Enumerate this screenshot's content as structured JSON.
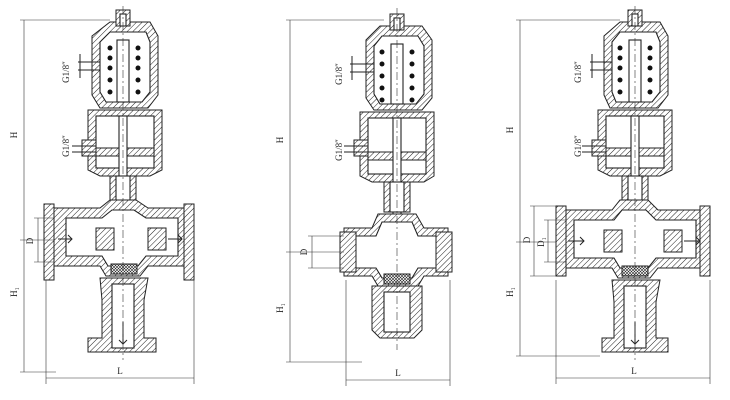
{
  "valves": [
    {
      "id": "clamp-end",
      "labels": {
        "height": "H",
        "lower_height": "H₁",
        "diameter": "D",
        "length": "L",
        "port_upper": "G1/8″",
        "port_lower": "G1/8″"
      }
    },
    {
      "id": "threaded-end",
      "labels": {
        "height": "H",
        "lower_height": "H₁",
        "diameter": "D",
        "length": "L",
        "port_upper": "G1/8″",
        "port_lower": "G1/8″"
      }
    },
    {
      "id": "clamp-end-d1",
      "labels": {
        "height": "H",
        "lower_height": "H₁",
        "diameter": "D",
        "diameter_inner": "D₁",
        "length": "L",
        "port_upper": "G1/8″",
        "port_lower": "G1/8″"
      }
    }
  ]
}
